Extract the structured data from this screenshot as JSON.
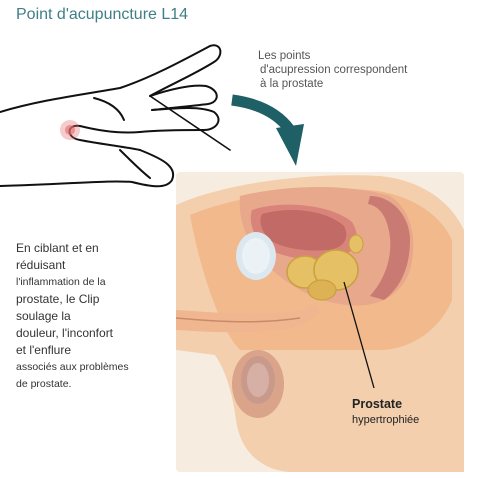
{
  "title": "Point d'acupuncture L14",
  "caption": {
    "line1": "Les points",
    "line2": "d'acupression correspondent",
    "line3": "à la prostate"
  },
  "description": {
    "lines": [
      "En ciblant et en",
      "réduisant",
      "l'inflammation de la",
      "prostate, le Clip",
      "soulage la",
      "douleur, l'inconfort",
      "et l'enflure",
      "associés aux problèmes",
      "de prostate."
    ]
  },
  "labels": {
    "prostate": "Prostate",
    "hypertrophied": "hypertrophiée"
  },
  "colors": {
    "title": "#3f7f86",
    "arrow": "#1f5f66",
    "acupoint": "#e46a6a",
    "skin": "#f4cfae",
    "prostate": "#e6c064"
  }
}
